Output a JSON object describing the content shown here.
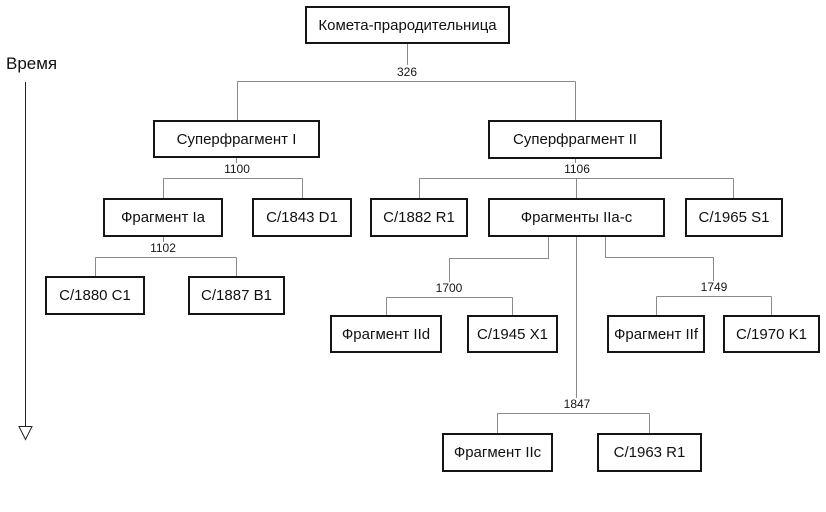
{
  "time_axis": {
    "label": "Время"
  },
  "nodes": {
    "parent": {
      "label": "Комета-прародительница"
    },
    "super1": {
      "label": "Суперфрагмент I"
    },
    "super2": {
      "label": "Суперфрагмент II"
    },
    "frag1a": {
      "label": "Фрагмент Ia"
    },
    "c1843": {
      "label": "C/1843 D1"
    },
    "c1882": {
      "label": "C/1882 R1"
    },
    "frag2ac": {
      "label": "Фрагменты IIa-c"
    },
    "c1965": {
      "label": "C/1965 S1"
    },
    "c1880": {
      "label": "C/1880 C1"
    },
    "c1887": {
      "label": "C/1887 B1"
    },
    "frag2d": {
      "label": "Фрагмент IId"
    },
    "c1945": {
      "label": "C/1945 X1"
    },
    "frag2f": {
      "label": "Фрагмент IIf"
    },
    "c1970": {
      "label": "C/1970 K1"
    },
    "frag2c": {
      "label": "Фрагмент IIc"
    },
    "c1963": {
      "label": "C/1963 R1"
    }
  },
  "splits": {
    "s326": {
      "year": "326",
      "parent": "parent",
      "children": [
        "super1",
        "super2"
      ]
    },
    "s1100": {
      "year": "1100",
      "parent": "super1",
      "children": [
        "frag1a",
        "c1843"
      ]
    },
    "s1106": {
      "year": "1106",
      "parent": "super2",
      "children": [
        "c1882",
        "frag2ac",
        "c1965"
      ]
    },
    "s1102": {
      "year": "1102",
      "parent": "frag1a",
      "children": [
        "c1880",
        "c1887"
      ]
    },
    "s1700": {
      "year": "1700",
      "parent": "frag2ac",
      "children": [
        "frag2d",
        "c1945"
      ]
    },
    "s1749": {
      "year": "1749",
      "parent": "frag2ac",
      "children": [
        "frag2f",
        "c1970"
      ]
    },
    "s1847": {
      "year": "1847",
      "parent": "frag2ac",
      "children": [
        "frag2c",
        "c1963"
      ]
    }
  },
  "colors": {
    "box_border": "#151515",
    "connector": "#8a8a8a",
    "text": "#111111",
    "background": "#ffffff"
  }
}
